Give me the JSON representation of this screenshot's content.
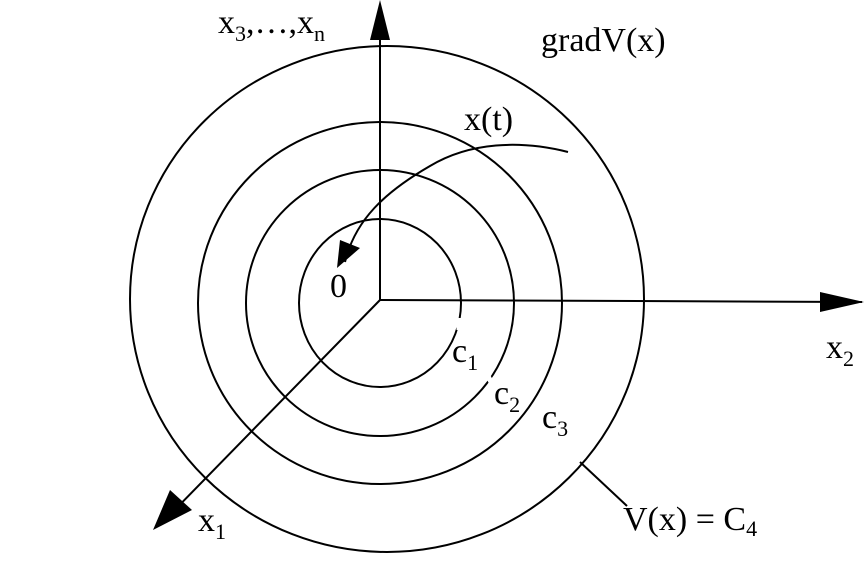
{
  "labels": {
    "axis_vertical": {
      "base": "x",
      "sub_first": "3",
      "mid": ",…,x",
      "sub_last": "n"
    },
    "gradient": "gradV(x)",
    "trajectory": "x(t)",
    "origin": "0",
    "axis_horizontal": {
      "base": "x",
      "sub": "2"
    },
    "axis_diagonal": {
      "base": "x",
      "sub": "1"
    },
    "level_1": {
      "base": "c",
      "sub": "1"
    },
    "level_2": {
      "base": "c",
      "sub": "2"
    },
    "level_3": {
      "base": "c",
      "sub": "3"
    },
    "level_4": {
      "base": "V(x) = C",
      "sub": "4"
    }
  },
  "colors": {
    "stroke": "#000000",
    "background": "#ffffff"
  }
}
